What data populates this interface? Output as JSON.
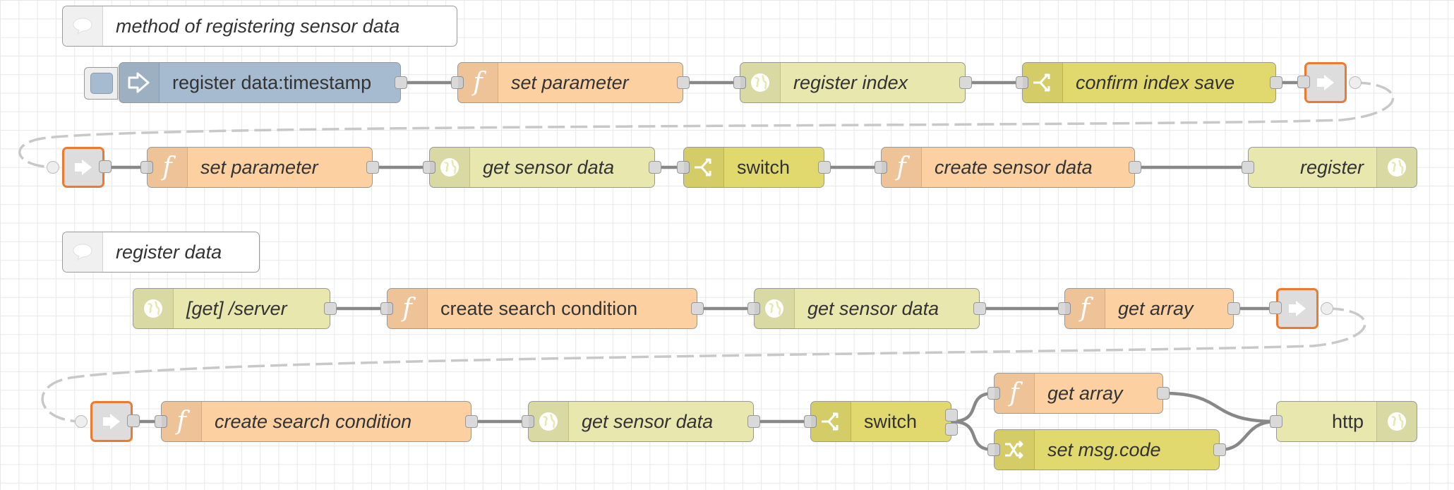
{
  "comments": {
    "c1": "method of registering sensor data",
    "c2": "register data"
  },
  "flow1": {
    "inject": "register data:timestamp",
    "set_param_1": "set parameter",
    "register_index": "register index",
    "confirm_index_save": "confirm index save",
    "set_param_2": "set parameter",
    "get_sensor_data": "get sensor data",
    "switch": "switch",
    "create_sensor_data": "create sensor data",
    "register": "register"
  },
  "flow2": {
    "http_in": "[get] /server",
    "create_search_1": "create search condition",
    "get_sensor_data_1": "get sensor data",
    "get_array_1": "get array",
    "create_search_2": "create search condition",
    "get_sensor_data_2": "get sensor data",
    "switch": "switch",
    "get_array_2": "get array",
    "set_msg_code": "set msg.code",
    "http_response": "http"
  },
  "icons": {
    "comment": "speech-bubble-icon",
    "inject": "arrow-in-icon",
    "function": "function-f-icon",
    "http": "globe-icon",
    "switch": "switch-fork-icon",
    "change": "shuffle-icon",
    "link": "link-arrow-icon"
  },
  "colors": {
    "inject": "#a6bbcf",
    "function": "#fdd0a2",
    "http": "#e7e7ae",
    "switch": "#e2d96e",
    "link_border": "#ee7a32",
    "wire": "#888888",
    "virtual_wire": "#c8c8c8"
  }
}
